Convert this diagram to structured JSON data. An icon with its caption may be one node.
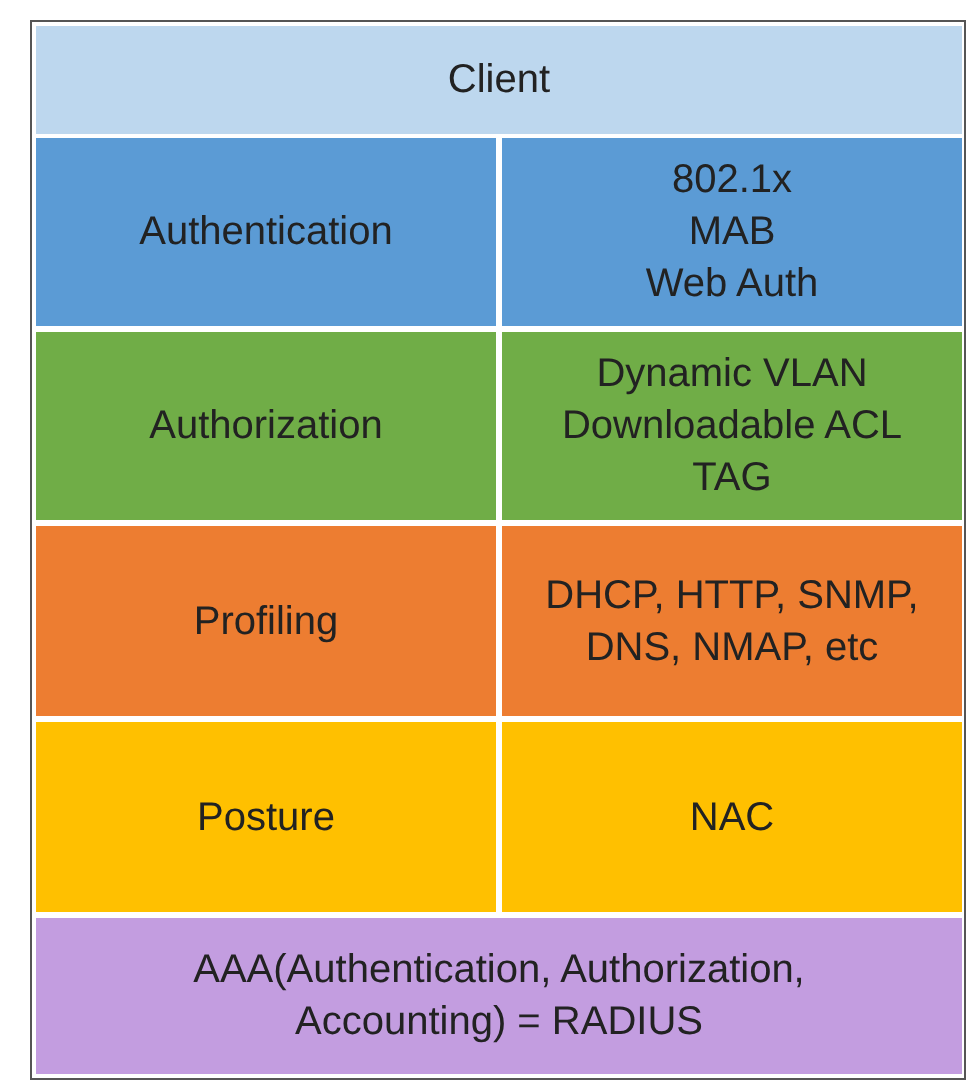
{
  "diagram": {
    "nodes": [
      {
        "text": [
          "Client"
        ]
      },
      {
        "text": [
          "Authentication"
        ]
      },
      {
        "text": [
          "802.1x",
          "MAB",
          "Web Auth"
        ]
      },
      {
        "text": [
          "Authorization"
        ]
      },
      {
        "text": [
          "Dynamic VLAN",
          "Downloadable ACL",
          "TAG"
        ]
      },
      {
        "text": [
          "Profiling"
        ]
      },
      {
        "text": [
          "DHCP, HTTP, SNMP, DNS, NMAP, etc"
        ]
      },
      {
        "text": [
          "Posture"
        ]
      },
      {
        "text": [
          "NAC"
        ]
      },
      {
        "text": [
          "AAA(Authentication, Authorization, Accounting) = RADIUS"
        ]
      }
    ],
    "edges": []
  }
}
